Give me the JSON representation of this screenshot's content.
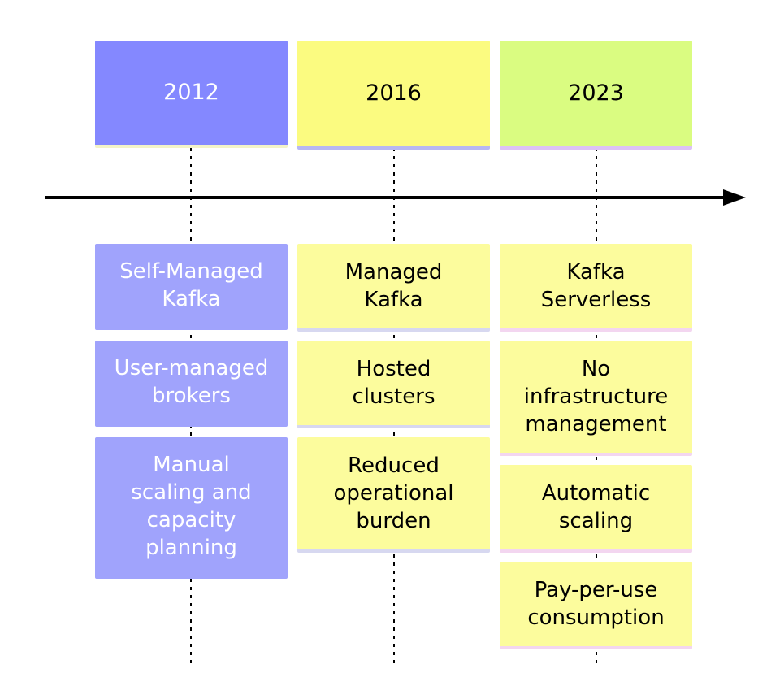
{
  "timeline": {
    "periods": [
      {
        "year": "2012",
        "events": [
          "Self-Managed\nKafka",
          "User-managed\nbrokers",
          "Manual\nscaling and\ncapacity\nplanning"
        ]
      },
      {
        "year": "2016",
        "events": [
          "Managed\nKafka",
          "Hosted\nclusters",
          "Reduced\noperational\nburden"
        ]
      },
      {
        "year": "2023",
        "events": [
          "Kafka\nServerless",
          "No\ninfrastructure\nmanagement",
          "Automatic\nscaling",
          "Pay-per-use\nconsumption"
        ]
      }
    ]
  },
  "colors": {
    "period_2012": "#8488ff",
    "period_2016": "#fbfb80",
    "period_2023": "#dafc81",
    "axis": "#000000"
  }
}
